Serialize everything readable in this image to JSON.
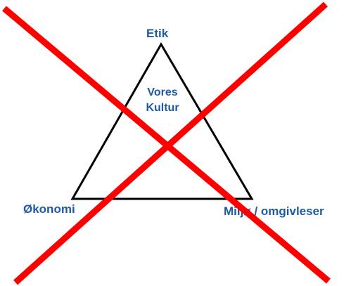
{
  "diagram": {
    "top_label": "Etik",
    "center_line1": "Vores",
    "center_line2": "Kultur",
    "left_label": "Økonomi",
    "right_label": "Miljø / omgivleser"
  },
  "colors": {
    "text": "#1f5aa6",
    "cross": "#ff0000",
    "triangle": "#000000"
  }
}
